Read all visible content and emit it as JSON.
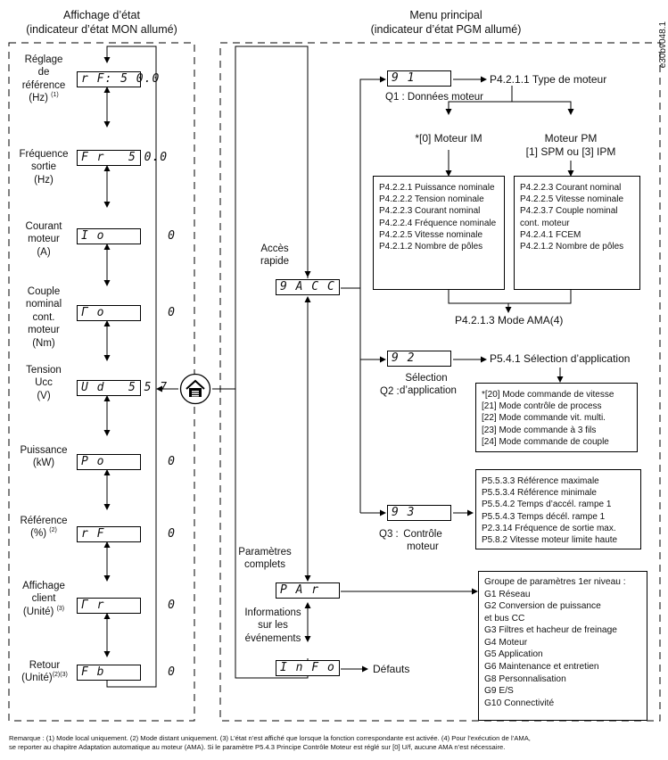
{
  "header": {
    "left_title": "Affichage d’état",
    "left_subtitle": "(indicateur d’état MON allumé)",
    "right_title": "Menu principal",
    "right_subtitle": "(indicateur d’état PGM allumé)",
    "doc_code": "e30bv048.1"
  },
  "status": [
    {
      "label_lines": [
        "Réglage",
        "de",
        "référence"
      ],
      "unit": "(Hz)",
      "sup": "(1)",
      "lcd": "r F: 5 0.0"
    },
    {
      "label_lines": [
        "Fréquence",
        "sortie"
      ],
      "unit": "(Hz)",
      "sup": "",
      "lcd": "F r   5 0.0"
    },
    {
      "label_lines": [
        "Courant",
        "moteur"
      ],
      "unit": "(A)",
      "sup": "",
      "lcd": "I o        0"
    },
    {
      "label_lines": [
        "Couple",
        "nominal",
        "cont.",
        "moteur"
      ],
      "unit": "(Nm)",
      "sup": "",
      "lcd": "Γ o        0"
    },
    {
      "label_lines": [
        "Tension",
        "Ucc"
      ],
      "unit": "(V)",
      "sup": "",
      "lcd": "U d   5 5 7"
    },
    {
      "label_lines": [
        "Puissance"
      ],
      "unit": "(kW)",
      "sup": "",
      "lcd": "P o        0"
    },
    {
      "label_lines": [
        "Référence"
      ],
      "unit": "(%)",
      "sup": "(2)",
      "lcd": "r F        0"
    },
    {
      "label_lines": [
        "Affichage",
        "client"
      ],
      "unit": "(Unité)",
      "sup": "(3)",
      "lcd": "Γ r        0"
    },
    {
      "label_lines": [
        "Retour"
      ],
      "unit": "(Unité)",
      "sup": "(2)(3)",
      "lcd": "F b        0"
    }
  ],
  "home_icon": "home-icon",
  "menu": {
    "quick_access_label": [
      "Accès",
      "rapide"
    ],
    "quick_lcd": "9 A C C",
    "full_params_label": [
      "Paramètres",
      "complets"
    ],
    "par_lcd": "P A r",
    "events_label": [
      "Informations",
      "sur les",
      "événements"
    ],
    "info_lcd": "I n F o",
    "faults": "Défauts",
    "q1": {
      "lcd": "9 1",
      "param": "P4.2.1.1 Type de moteur",
      "caption": "Q1 : Données moteur",
      "im_title": "*[0] Moteur IM",
      "pm_title": "Moteur PM",
      "pm_sub": "[1] SPM ou [3] IPM",
      "im_items": [
        "P4.2.2.1 Puissance nominale",
        "P4.2.2.2 Tension nominale",
        "P4.2.2.3 Courant nominal",
        "P4.2.2.4 Fréquence nominale",
        "P4.2.2.5 Vitesse nominale",
        "P4.2.1.2 Nombre de pôles"
      ],
      "pm_items": [
        "P4.2.2.3 Courant nominal",
        "P4.2.2.5 Vitesse nominale",
        "P4.2.3.7 Couple nominal",
        "cont. moteur",
        "P4.2.4.1 FCEM",
        "P4.2.1.2 Nombre de pôles"
      ],
      "ama": "P4.2.1.3 Mode AMA(4)"
    },
    "q2": {
      "lcd": "9 2",
      "param": "P5.4.1 Sélection d’application",
      "caption_prefix": "Q2 :",
      "caption_lines": [
        "Sélection",
        "d’application"
      ],
      "items": [
        "*[20] Mode commande de vitesse",
        "[21] Mode contrôle de process",
        "[22] Mode commande vit. multi.",
        "[23] Mode commande à 3 fils",
        "[24] Mode commande de couple"
      ]
    },
    "q3": {
      "lcd": "9 3",
      "caption_prefix": "Q3 :",
      "caption_lines": [
        "Contrôle",
        "moteur"
      ],
      "items": [
        "P5.5.3.3 Référence maximale",
        "P5.5.3.4 Référence minimale",
        "P5.5.4.2 Temps d’accél. rampe 1",
        "P5.5.4.3 Temps décél. rampe 1",
        "P2.3.14 Fréquence de sortie max.",
        "P5.8.2 Vitesse moteur limite haute"
      ]
    },
    "groups": {
      "title": "Groupe de paramètres 1er niveau :",
      "items": [
        "G1   Réseau",
        "G2   Conversion de puissance",
        "et bus CC",
        "G3   Filtres et hacheur de freinage",
        "G4   Moteur",
        "G5   Application",
        "G6   Maintenance et entretien",
        "G8   Personnalisation",
        "G9   E/S",
        "G10 Connectivité"
      ]
    }
  },
  "footnote": [
    "Remarque : (1) Mode local uniquement.  (2) Mode distant uniquement.  (3) L’état n’est affiché que lorsque la fonction correspondante est activée.  (4) Pour l’exécution de l’AMA,",
    "se reporter au chapitre Adaptation automatique au moteur (AMA). Si le paramètre P5.4.3 Principe Contrôle Moteur est réglé sur [0] U/f, aucune AMA n’est nécessaire."
  ]
}
